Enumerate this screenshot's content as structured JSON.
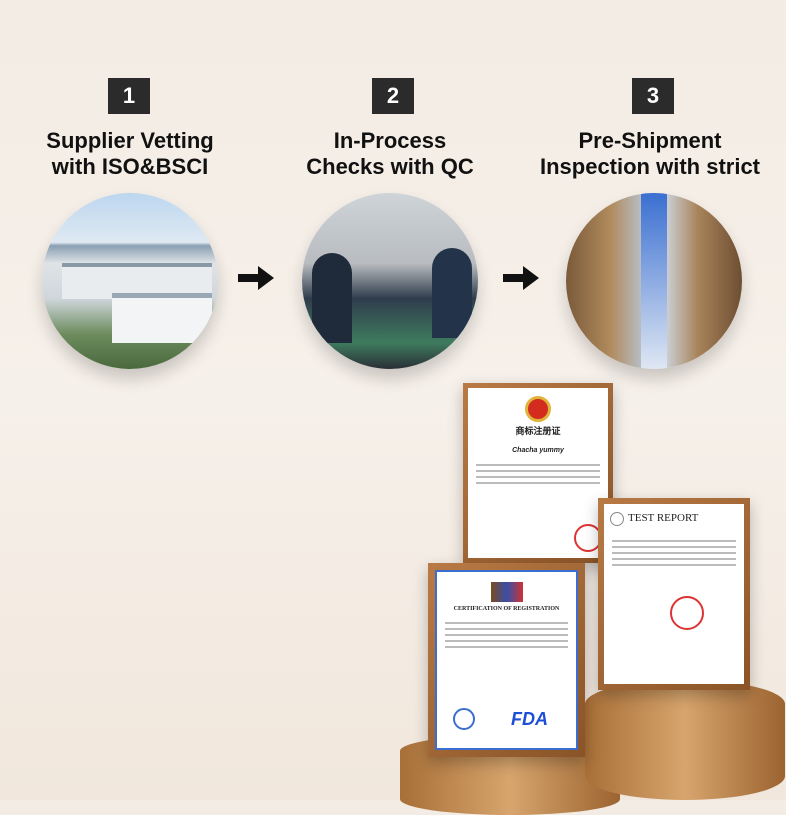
{
  "steps": [
    {
      "number": "1",
      "title_line1": "Supplier Vetting",
      "title_line2": "with ISO&BSCI",
      "image": "factory-aerial-photo"
    },
    {
      "number": "2",
      "title_line1": "In-Process",
      "title_line2": "Checks with QC",
      "image": "production-line-workers-photo"
    },
    {
      "number": "3",
      "title_line1": "Pre-Shipment",
      "title_line2": "Inspection with strict",
      "image": "warehouse-shelves-photo"
    }
  ],
  "certificates": {
    "trademark": {
      "title": "商标注册证",
      "brand": "Chacha yummy"
    },
    "test_report": {
      "title": "TEST REPORT"
    },
    "registration": {
      "title": "CERTIFICATION OF REGISTRATION",
      "logo": "FDA"
    }
  },
  "colors": {
    "badge": "#2b2b2b",
    "wood": "#a86f38",
    "background": "#f3ece4"
  }
}
